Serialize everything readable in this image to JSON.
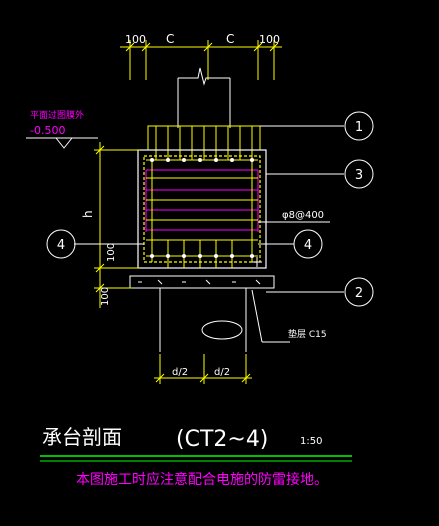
{
  "dimensions": {
    "top_left_offset": "100",
    "top_c_left": "C",
    "top_c_right": "C",
    "top_right_offset": "100",
    "bottom_d_left": "d/2",
    "bottom_d_right": "d/2",
    "depth_h": "h",
    "side_100_a": "100",
    "side_100_b": "100"
  },
  "elevation": {
    "label": "平面过图膜外",
    "value": "-0.500"
  },
  "rebar_label": "φ8@400",
  "cushion_label": "垫层 C15",
  "callouts": [
    "1",
    "2",
    "3",
    "4",
    "4"
  ],
  "title": {
    "name": "承台剖面",
    "code": "(CT2~4)",
    "scale": "1:50"
  },
  "note": "本图施工时应注意配合电施的防雷接地。",
  "colors": {
    "background": "#000000",
    "outline": "#ffffff",
    "rebar": "#ffff00",
    "stirrup": "#ff00ff",
    "note_text": "#ff00ff",
    "underline": "#00ff00",
    "elevation_text": "#ff00ff"
  }
}
